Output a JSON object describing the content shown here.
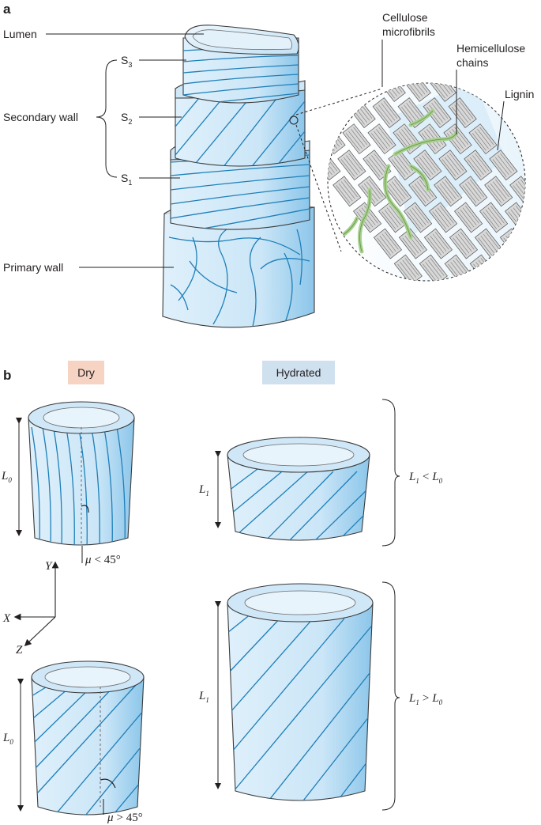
{
  "panel_a": {
    "letter": "a",
    "labels": {
      "lumen": "Lumen",
      "s3": "S",
      "s3_sub": "3",
      "secondary_wall": "Secondary wall",
      "s2": "S",
      "s2_sub": "2",
      "s1": "S",
      "s1_sub": "1",
      "primary_wall": "Primary wall"
    },
    "inset": {
      "cellulose_line1": "Cellulose",
      "cellulose_line2": "microfibrils",
      "hemicellulose_line1": "Hemicellulose",
      "hemicellulose_line2": "chains",
      "lignin": "Lignin"
    }
  },
  "panel_b": {
    "letter": "b",
    "dry_label": "Dry",
    "hydrated_label": "Hydrated",
    "axes": {
      "x": "X",
      "y": "Y",
      "z": "Z"
    },
    "top_row": {
      "dry_length": "L",
      "dry_length_sub": "0",
      "angle_symbol": "μ",
      "angle_relation": "< 45°",
      "hydrated_length": "L",
      "hydrated_length_sub": "1",
      "compare_left": "L",
      "compare_left_sub": "1",
      "compare_op": "<",
      "compare_right": "L",
      "compare_right_sub": "0"
    },
    "bottom_row": {
      "dry_length": "L",
      "dry_length_sub": "0",
      "angle_symbol": "μ",
      "angle_relation": "> 45°",
      "hydrated_length": "L",
      "hydrated_length_sub": "1",
      "compare_left": "L",
      "compare_left_sub": "1",
      "compare_op": ">",
      "compare_right": "L",
      "compare_right_sub": "0"
    }
  },
  "colors": {
    "wall_light": "#dff0fb",
    "wall_mid": "#b9dcf3",
    "wall_dark": "#8cc6ea",
    "fibril_line": "#1e7fb8",
    "dry_badge": "#f6d3c3",
    "hydrated_badge": "#cfe0ee",
    "hemicellulose": "#a8d08d",
    "microfibril_block": "#d8d8d8"
  }
}
